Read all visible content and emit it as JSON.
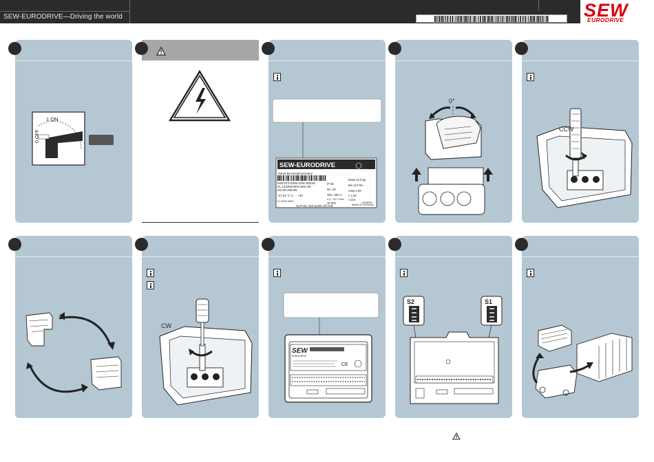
{
  "header": {
    "tagline": "SEW-EURODRIVE—Driving the world",
    "logo_text": "SEW",
    "logo_subtext": "EURODRIVE"
  },
  "panels": {
    "p1": {
      "switch_on_label": "1 ON",
      "switch_off_label": "0 OFF"
    },
    "p3": {
      "nameplate": {
        "brand": "SEW-EURODRIVE",
        "address": "76646 Bruchsal/Germany",
        "model": "MGFAT2-DSM-GNK-B/DSP",
        "serial": "01.1234567803.0001.06",
        "positions": "M1,M2,M5,M6",
        "temp_range": "-37,24     °C  0 ... +40",
        "misc_code": "0+ 0000 0000",
        "oil": "CLP HC 220 Synth.Öl/ 0.5l",
        "made_in": "Made in Germany",
        "right_values": [
          "IP  66",
          "50...60",
          "380...500 V",
          "0,4...93,7 r/min",
          "16 000",
          "Mass  22,0 kg",
          "Ma   143 Nm",
          "cosφ 0.99",
          "A    1.52",
          "i    1/18",
          "12345678"
        ]
      }
    },
    "p5": {
      "rotation_label": "CCW"
    },
    "p7": {
      "rotation_label": "CW"
    },
    "p8": {
      "label_brand": "SEW",
      "label_brand_sub": "EURODRIVE"
    },
    "p9": {
      "switch_s2_label": "S2",
      "switch_s1_label": "S1"
    }
  },
  "p4_angle": "0°"
}
